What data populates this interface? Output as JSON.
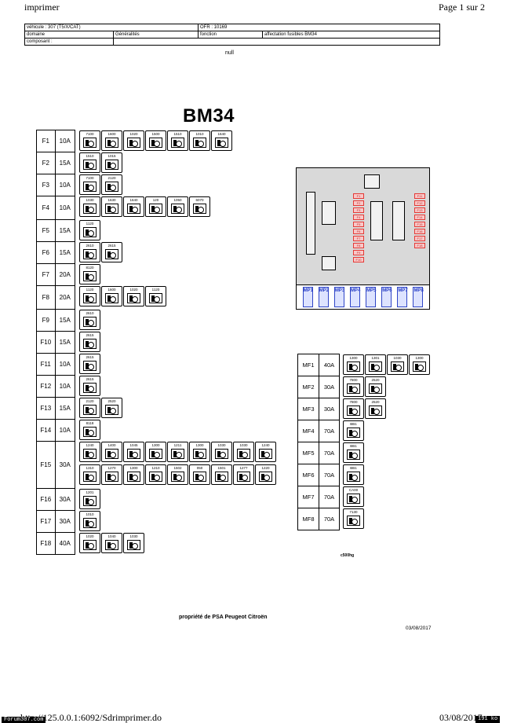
{
  "header": {
    "left_text": "imprimer",
    "page_label": "Page 1 sur 2"
  },
  "info_table": {
    "vehicule": "véhicule : 307 (T5/X/CAT)",
    "ofr": "OFR : 10169",
    "domaine_label": "domaine",
    "domaine_value": "Généralités",
    "fonction_label": "fonction",
    "fonction_value": "affectation fusibles BM34",
    "composant_label": "composant :"
  },
  "null_text": "null",
  "title": "BM34",
  "fuses": [
    {
      "id": "F1",
      "amp": "10A",
      "components": [
        "7100",
        "1600",
        "1020",
        "1500",
        "1510",
        "1010",
        "1640"
      ]
    },
    {
      "id": "F2",
      "amp": "15A",
      "components": [
        "1510",
        "1015"
      ]
    },
    {
      "id": "F3",
      "amp": "10A",
      "components": [
        "7100",
        "2120"
      ]
    },
    {
      "id": "F4",
      "amp": "10A",
      "components": [
        "1030",
        "1630",
        "1640",
        "120",
        "1050",
        "6070"
      ]
    },
    {
      "id": "F5",
      "amp": "15A",
      "components": [
        "1120"
      ]
    },
    {
      "id": "F6",
      "amp": "15A",
      "components": [
        "2610",
        "2615"
      ]
    },
    {
      "id": "F7",
      "amp": "20A",
      "components": [
        "8120"
      ]
    },
    {
      "id": "F8",
      "amp": "20A",
      "components": [
        "1120",
        "1600",
        "1020",
        "1120"
      ]
    },
    {
      "id": "F9",
      "amp": "15A",
      "components": [
        "2610"
      ]
    },
    {
      "id": "F10",
      "amp": "15A",
      "components": [
        "2615"
      ]
    },
    {
      "id": "F11",
      "amp": "10A",
      "components": [
        "2615"
      ]
    },
    {
      "id": "F12",
      "amp": "10A",
      "components": [
        "2615"
      ]
    },
    {
      "id": "F13",
      "amp": "15A",
      "components": [
        "2120",
        "2520"
      ]
    },
    {
      "id": "F14",
      "amp": "10A",
      "components": [
        "8118"
      ]
    },
    {
      "id": "F15",
      "amp": "30A",
      "components": [
        "1240",
        "1400",
        "1045",
        "1300",
        "1211",
        "1300",
        "1030",
        "1030",
        "1240",
        "1310",
        "1270",
        "1300",
        "1210",
        "1502",
        "050",
        "1501",
        "1277",
        "1220"
      ]
    },
    {
      "id": "F16",
      "amp": "30A",
      "components": [
        "1201"
      ]
    },
    {
      "id": "F17",
      "amp": "30A",
      "components": [
        "1010"
      ]
    },
    {
      "id": "F18",
      "amp": "40A",
      "components": [
        "1020",
        "1040",
        "1030"
      ]
    }
  ],
  "maxi_fuses": [
    {
      "id": "MF1",
      "amp": "40A",
      "components": [
        "1300",
        "1301",
        "1030",
        "1300"
      ]
    },
    {
      "id": "MF2",
      "amp": "30A",
      "components": [
        "7800",
        "2520"
      ]
    },
    {
      "id": "MF3",
      "amp": "30A",
      "components": [
        "7800",
        "2520"
      ]
    },
    {
      "id": "MF4",
      "amp": "70A",
      "components": [
        "BB1"
      ]
    },
    {
      "id": "MF5",
      "amp": "70A",
      "components": [
        "BB1"
      ]
    },
    {
      "id": "MF6",
      "amp": "70A",
      "components": [
        "BB1"
      ]
    },
    {
      "id": "MF7",
      "amp": "70A",
      "components": [
        "CA00"
      ]
    },
    {
      "id": "MF8",
      "amp": "70A",
      "components": [
        "7130"
      ]
    }
  ],
  "diagram": {
    "mp_labels": [
      "MP1",
      "MP2",
      "MP3",
      "MP4",
      "MP5",
      "MP6",
      "MP7",
      "MP8"
    ],
    "red_labels": [
      "F1",
      "F2",
      "F3",
      "F4",
      "F5",
      "F6",
      "F7",
      "F8",
      "F9",
      "F10",
      "F11",
      "F12",
      "F13",
      "F14",
      "F15",
      "F16",
      "F17",
      "F18"
    ]
  },
  "ref_code": "c500hg",
  "property_text": "propriété de PSA Peugeot Citroën",
  "doc_date": "03/08/2017",
  "footer": {
    "forum_badge": "Forum307.com",
    "url": "http://125.0.0.1:6092/Sdrimprimer.do",
    "date": "03/08/2017",
    "size_badge": "191 ko"
  },
  "colors": {
    "diagram_bg": "#d9d9d9",
    "relay_red": "#e53935",
    "mp_blue": "#2f45c7"
  }
}
